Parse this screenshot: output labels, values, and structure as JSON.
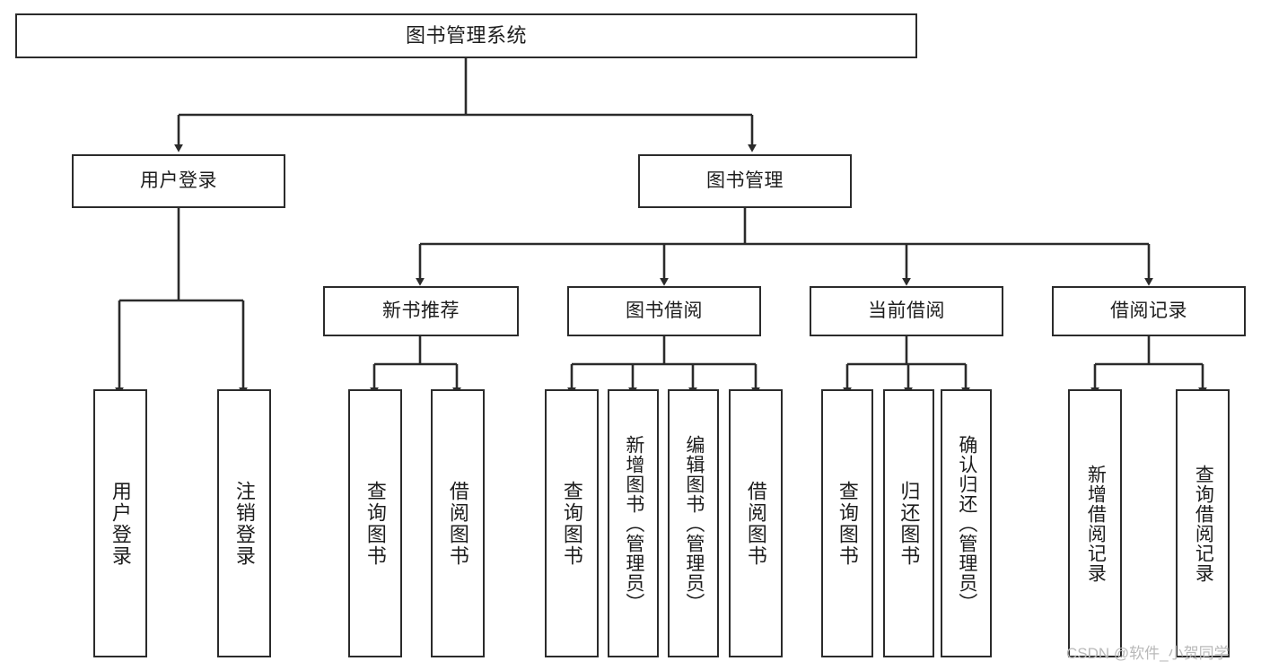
{
  "diagram": {
    "type": "tree-hierarchy-flowchart",
    "title": "图书管理系统",
    "orientation": "top-down",
    "levels": 4,
    "edge_style": "orthogonal-with-arrowheads",
    "colors": {
      "box_border": "#2b2b2b",
      "box_fill": "#ffffff",
      "edge": "#2b2b2b",
      "text": "#1d1d1d",
      "watermark": "#b9b9b9",
      "background": "#ffffff"
    }
  },
  "nodes": {
    "root": {
      "id": "root",
      "label": "图书管理系统",
      "level": 0
    },
    "level2": [
      {
        "id": "user-login",
        "label": "用户登录",
        "level": 1
      },
      {
        "id": "book-manage",
        "label": "图书管理",
        "level": 1
      }
    ],
    "level3": [
      {
        "id": "new-book-rec",
        "label": "新书推荐",
        "level": 2,
        "parent": "book-manage"
      },
      {
        "id": "book-borrow",
        "label": "图书借阅",
        "level": 2,
        "parent": "book-manage"
      },
      {
        "id": "current-borrow",
        "label": "当前借阅",
        "level": 2,
        "parent": "book-manage"
      },
      {
        "id": "borrow-record",
        "label": "借阅记录",
        "level": 2,
        "parent": "book-manage"
      }
    ],
    "leaves": [
      {
        "id": "leaf-user-login",
        "label": "用户登录",
        "level": 3,
        "parent": "user-login"
      },
      {
        "id": "leaf-logout",
        "label": "注销登录",
        "level": 3,
        "parent": "user-login"
      },
      {
        "id": "leaf-query-book-1",
        "label": "查询图书",
        "level": 3,
        "parent": "new-book-rec"
      },
      {
        "id": "leaf-borrow-book-1",
        "label": "借阅图书",
        "level": 3,
        "parent": "new-book-rec"
      },
      {
        "id": "leaf-query-book-2",
        "label": "查询图书",
        "level": 3,
        "parent": "book-borrow"
      },
      {
        "id": "leaf-add-book",
        "label": "新增图书（管理员）",
        "level": 3,
        "parent": "book-borrow"
      },
      {
        "id": "leaf-edit-book",
        "label": "编辑图书（管理员）",
        "level": 3,
        "parent": "book-borrow"
      },
      {
        "id": "leaf-borrow-book-2",
        "label": "借阅图书",
        "level": 3,
        "parent": "book-borrow"
      },
      {
        "id": "leaf-query-book-3",
        "label": "查询图书",
        "level": 3,
        "parent": "current-borrow"
      },
      {
        "id": "leaf-return-book",
        "label": "归还图书",
        "level": 3,
        "parent": "current-borrow"
      },
      {
        "id": "leaf-confirm-return",
        "label": "确认归还（管理员）",
        "level": 3,
        "parent": "current-borrow"
      },
      {
        "id": "leaf-add-record",
        "label": "新增借阅记录",
        "level": 3,
        "parent": "borrow-record"
      },
      {
        "id": "leaf-query-record",
        "label": "查询借阅记录",
        "level": 3,
        "parent": "borrow-record"
      }
    ]
  },
  "watermark": {
    "text": "CSDN @软件_小贺同学"
  }
}
